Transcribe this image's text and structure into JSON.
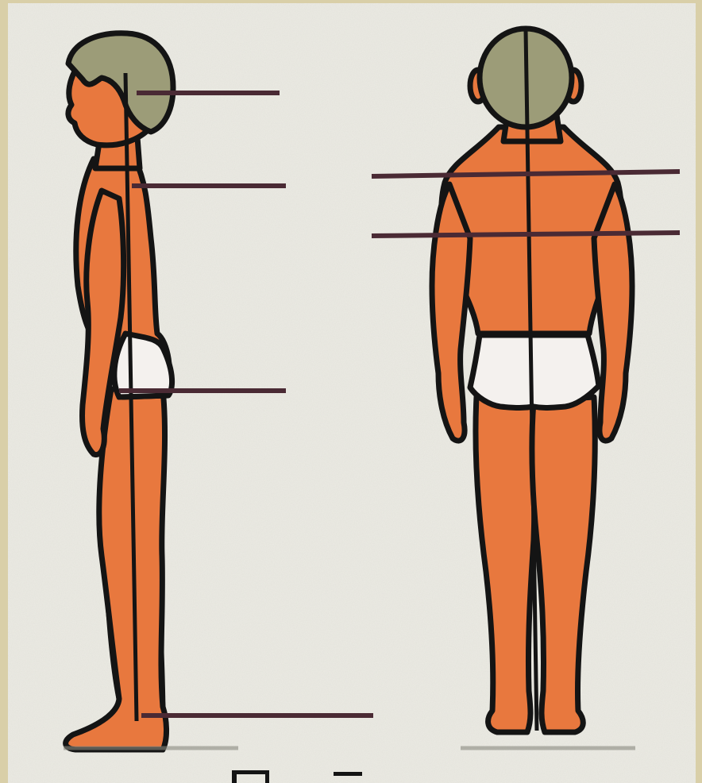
{
  "diagram": {
    "views": [
      {
        "id": "side-view",
        "label": ""
      },
      {
        "id": "back-view",
        "label": ""
      }
    ],
    "side_view_reference_lines": [
      "head",
      "shoulder",
      "hip",
      "ankle"
    ],
    "back_view_reference_lines": [
      "shoulder",
      "shoulder-blade"
    ],
    "colors": {
      "paper": "#ecebe4",
      "frame": "#d9cfa8",
      "skin": "#e8783e",
      "skin_shadow": "#cf5f2a",
      "hair": "#9c9c78",
      "outline": "#141414",
      "reference_line": "#4a2a34",
      "underwear": "#f4f1ee"
    }
  }
}
